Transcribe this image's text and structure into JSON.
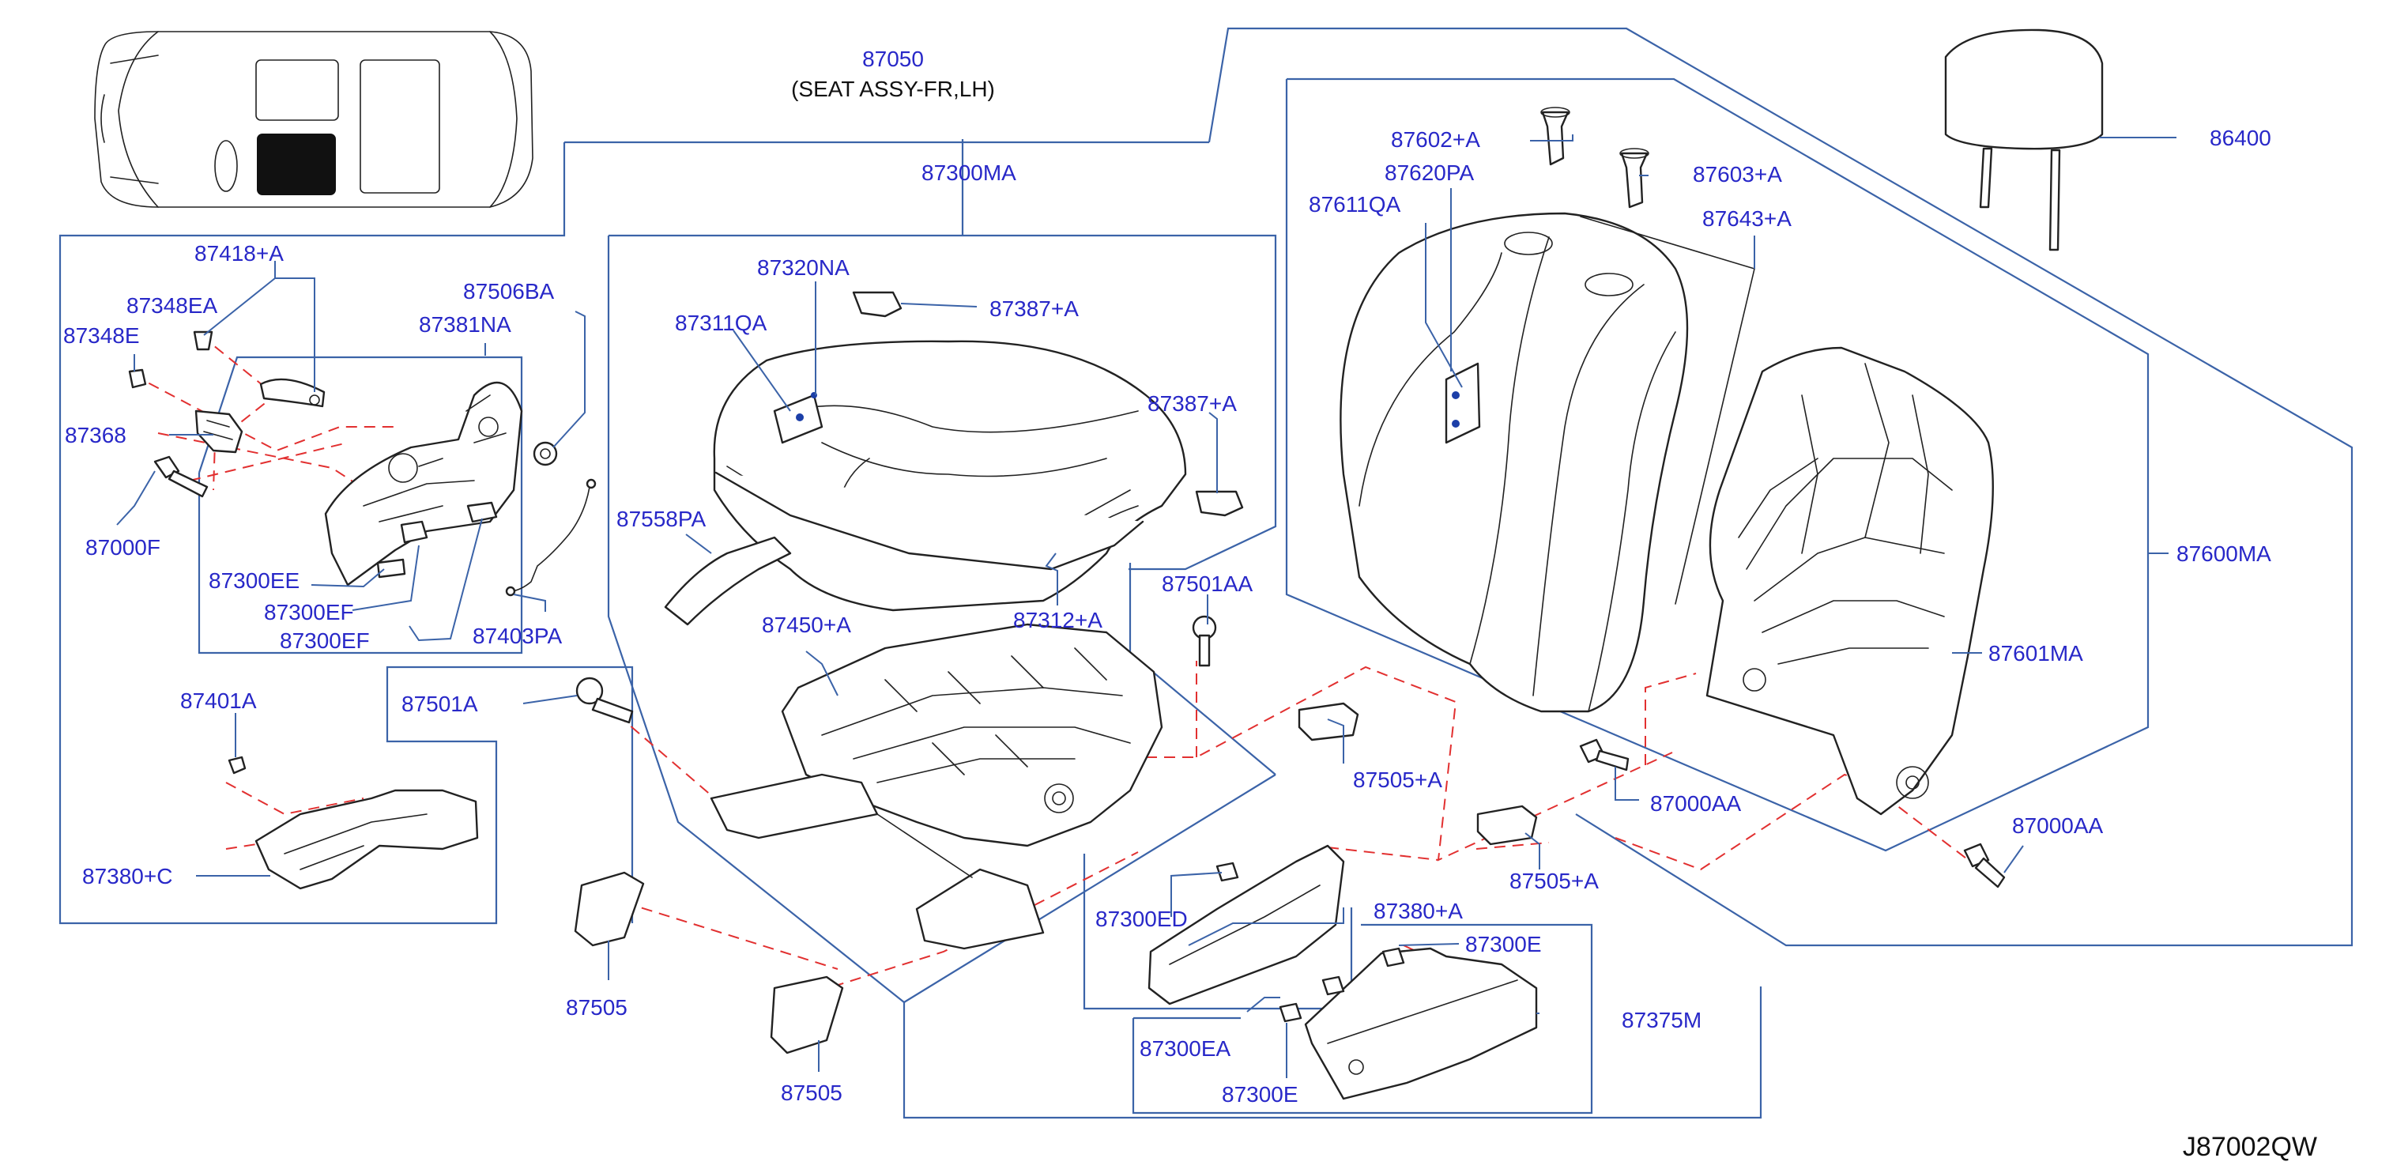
{
  "diagram": {
    "assembly": {
      "part_no": "87050",
      "description": "(SEAT   ASSY-FR,LH)"
    },
    "figure_code": "J87002QW",
    "accent_color": "#2828c8",
    "frame_color": "#3b63a8",
    "dash_color": "#e23030",
    "labels": {
      "l87418A": "87418+A",
      "l87348EA": "87348EA",
      "l87348E": "87348E",
      "l87368": "87368",
      "l87000F": "87000F",
      "l87506BA": "87506BA",
      "l87381NA": "87381NA",
      "l87300EE": "87300EE",
      "l87300EF1": "87300EF",
      "l87300EF2": "87300EF",
      "l87403PA": "87403PA",
      "l87401A": "87401A",
      "l87380C": "87380+C",
      "l87501A": "87501A",
      "l87505a": "87505",
      "l87505b": "87505",
      "l87300MA": "87300MA",
      "l87320NA": "87320NA",
      "l87387A1": "87387+A",
      "l87311QA": "87311QA",
      "l87387A2": "87387+A",
      "l87558PA": "87558PA",
      "l87312A": "87312+A",
      "l87450A": "87450+A",
      "l87501AA": "87501AA",
      "l87505A1": "87505+A",
      "l87505A2": "87505+A",
      "l87300ED": "87300ED",
      "l87380A": "87380+A",
      "l87300E1": "87300E",
      "l87300EA": "87300EA",
      "l87300E2": "87300E",
      "l87375M": "87375M",
      "l87602A": "87602+A",
      "l87620PA": "87620PA",
      "l87603A": "87603+A",
      "l87611QA": "87611QA",
      "l87643A": "87643+A",
      "l86400": "86400",
      "l87600MA": "87600MA",
      "l87601MA": "87601MA",
      "l87000AA1": "87000AA",
      "l87000AA2": "87000AA"
    }
  }
}
